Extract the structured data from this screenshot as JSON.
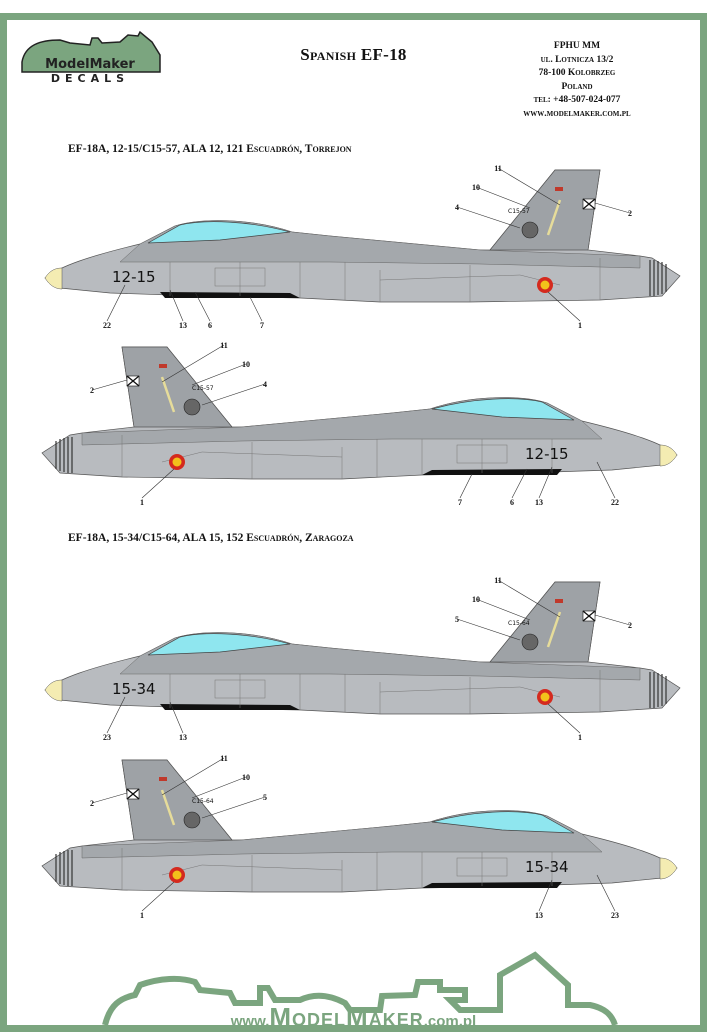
{
  "header": {
    "logo": {
      "line1": "ModelMaker",
      "line2": "DECALS"
    },
    "title": "Spanish EF-18",
    "address": [
      "FPHU MM",
      "ul. Lotnicza 13/2",
      "78-100 Kolobrzeg",
      "Poland",
      "tel: +48-507-024-077",
      "www.modelmaker.com.pl"
    ]
  },
  "sections": [
    {
      "heading": "EF-18A, 12-15/C15-57, ALA 12, 121 Escuadrón, Torrejon"
    },
    {
      "heading": "EF-18A, 15-34/C15-64, ALA 15, 152 Escuadrón, Zaragoza"
    }
  ],
  "jets": [
    {
      "code": "12-15",
      "tail_code": "C15-57",
      "facing": "left",
      "callouts": [
        "11",
        "10",
        "4",
        "2",
        "22",
        "13",
        "6",
        "7",
        "1"
      ]
    },
    {
      "code": "12-15",
      "tail_code": "C15-57",
      "facing": "right",
      "callouts": [
        "10",
        "11",
        "4",
        "2",
        "1",
        "7",
        "6",
        "22",
        "13"
      ]
    },
    {
      "code": "15-34",
      "tail_code": "C15-64",
      "facing": "left",
      "callouts": [
        "11",
        "10",
        "5",
        "2",
        "23",
        "13",
        "1"
      ]
    },
    {
      "code": "15-34",
      "tail_code": "C15-64",
      "facing": "right",
      "callouts": [
        "10",
        "11",
        "5",
        "2",
        "1",
        "23",
        "13"
      ]
    }
  ],
  "footer": {
    "prefix": "www.",
    "brand": "ModelMaker",
    "suffix": ".com.pl"
  },
  "colors": {
    "frame": "#7ba57f",
    "fuselage": "#b8bbbf",
    "upper": "#a4a8ac",
    "canopy": "#8fe6ef",
    "nose": "#f4ecb2",
    "roundel_red": "#d42a1e",
    "roundel_yellow": "#f2c21b"
  }
}
